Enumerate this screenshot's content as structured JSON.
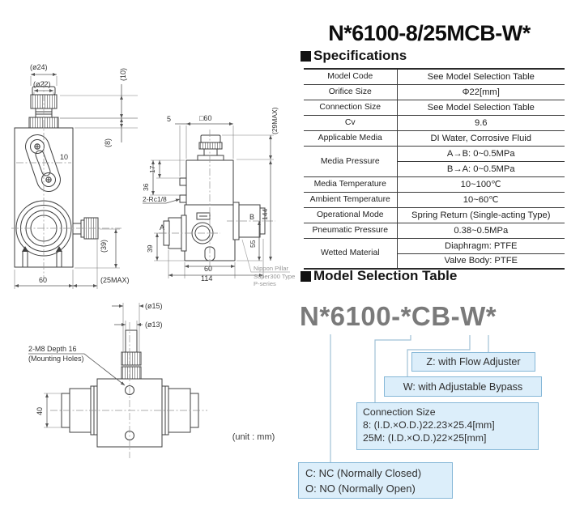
{
  "title": "N*6100-8/25MCB-W*",
  "specifications": {
    "heading": "Specifications",
    "rows": [
      {
        "label": "Model Code",
        "value": "See Model Selection Table"
      },
      {
        "label": "Orifice Size",
        "value": "Φ22[mm]"
      },
      {
        "label": "Connection Size",
        "value": "See Model Selection Table"
      },
      {
        "label": "Cv",
        "value": "9.6"
      },
      {
        "label": "Applicable Media",
        "value": "DI Water, Corrosive Fluid"
      },
      {
        "label": "Media Pressure",
        "value1": "A→B: 0~0.5MPa",
        "value2": "B→A: 0~0.5MPa"
      },
      {
        "label": "Media Temperature",
        "value": "10~100℃"
      },
      {
        "label": "Ambient Temperature",
        "value": "10~60℃"
      },
      {
        "label": "Operational Mode",
        "value": "Spring Return (Single-acting Type)"
      },
      {
        "label": "Pneumatic Pressure",
        "value": "0.38~0.5MPa"
      },
      {
        "label": "Wetted Material",
        "value1": "Diaphragm: PTFE",
        "value2": "Valve Body: PTFE"
      }
    ]
  },
  "model_selection": {
    "heading": "Model Selection Table",
    "model_code": "N*6100-*CB-W*",
    "option_z": "Z: with Flow Adjuster",
    "option_w": "W: with Adjustable Bypass",
    "connection_title": "Connection Size",
    "connection_8": "8: (I.D.×O.D.)22.23×25.4[mm]",
    "connection_25m": "25M: (I.D.×O.D.)22×25[mm]",
    "mode_c": "C: NC (Normally Closed)",
    "mode_o": "O: NO (Normally Open)"
  },
  "drawings": {
    "unit_note": "(unit : mm)",
    "front": {
      "d24": "(ø24)",
      "d22": "(ø22)",
      "d10": "(10)",
      "d8": "(8)",
      "lever_offset": "10",
      "d39": "(39)",
      "width": "60",
      "knob": "(25MAX)"
    },
    "side": {
      "d5": "5",
      "sq": "□60",
      "max29": "(29MAX)",
      "d17": "17",
      "d36": "36",
      "ports": "2-Rc1/8",
      "port_a": "A",
      "port_b": "B",
      "d39": "39",
      "w60": "60",
      "w114": "114",
      "h55": "55",
      "h144": "144",
      "maker1": "Nippon Pillar",
      "maker2": "Super300 Type",
      "maker3": "P-series"
    },
    "top": {
      "d15": "(ø15)",
      "d13": "(ø13)",
      "holes1": "2-M8 Depth 16",
      "holes2": "(Mounting Holes)",
      "h40": "40"
    }
  },
  "colors": {
    "box_fill": "#dceefa",
    "box_border": "#85b7d7",
    "model_gray": "#7a7a7a"
  }
}
